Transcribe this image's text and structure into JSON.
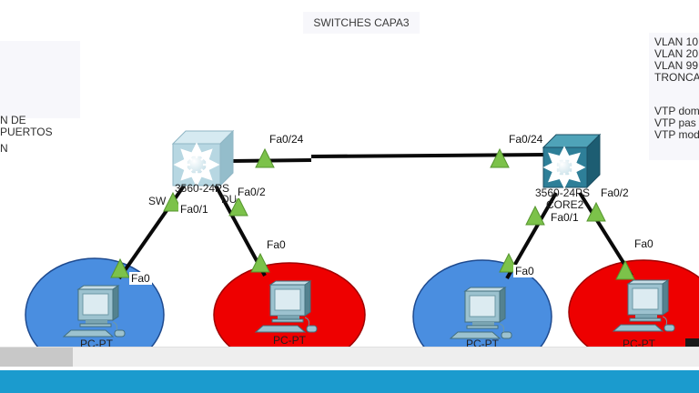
{
  "title_note": "SWITCHES CAPA3",
  "left_note": {
    "line1": "N DE PUERTOS",
    "line2": "N"
  },
  "right_note": {
    "line1": "VLAN 10",
    "line2": "VLAN 20",
    "line3": "VLAN 99",
    "line4": "TRONCA",
    "line5": "VTP dom",
    "line6": "VTP pas",
    "line7": "VTP mod"
  },
  "switch1": {
    "model": "3560-24PS",
    "name_left": "SW",
    "name_right": "DU",
    "port_uplink": "Fa0/24",
    "port1": "Fa0/1",
    "port2": "Fa0/2"
  },
  "switch2": {
    "model": "3560-24PS",
    "name": "CORE2",
    "port_uplink": "Fa0/24",
    "port1": "Fa0/1",
    "port2": "Fa0/2"
  },
  "pc1": {
    "label": "PC-PT",
    "port": "Fa0"
  },
  "pc2": {
    "label": "PC-PT",
    "port": "Fa0"
  },
  "pc3": {
    "label": "PC-PT",
    "port": "Fa0"
  },
  "pc4": {
    "label": "PC-PT",
    "port": "Fa0"
  },
  "colors": {
    "vlan_group_blue": "#4a8ee0",
    "vlan_group_red": "#ee0000",
    "link_ok_green": "#7cc24a",
    "switch_left_body": "#b7d7e2",
    "switch_right_body": "#2e7f98",
    "bottom_bar_blue": "#1b9bce",
    "scrollbar_thumb_gray": "#c8c8c8"
  }
}
